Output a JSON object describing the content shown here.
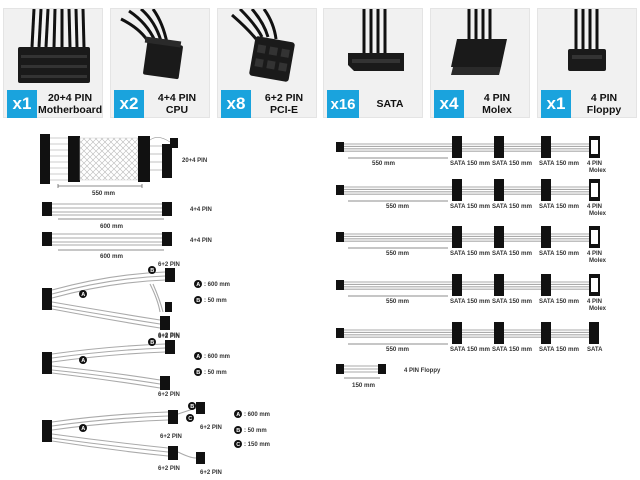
{
  "cards": [
    {
      "qty": "x1",
      "line1": "20+4 PIN",
      "line2": "Motherboard"
    },
    {
      "qty": "x2",
      "line1": "4+4 PIN",
      "line2": "CPU"
    },
    {
      "qty": "x8",
      "line1": "6+2 PIN",
      "line2": "PCI-E"
    },
    {
      "qty": "x16",
      "line1": "SATA",
      "line2": ""
    },
    {
      "qty": "x4",
      "line1": "4 PIN",
      "line2": "Molex"
    },
    {
      "qty": "x1",
      "line1": "4 PIN",
      "line2": "Floppy"
    }
  ],
  "left_cables": {
    "mb_label": "20+4 PIN",
    "mb_len": "550 mm",
    "cpu_label": "4+4 PIN",
    "cpu_len": "600 mm",
    "pcie_label": "6+2 PIN",
    "legend_a": ": 600 mm",
    "legend_b": ": 50 mm",
    "legend_c": ": 150 mm",
    "letter_a": "A",
    "letter_b": "B",
    "letter_c": "C"
  },
  "right_cables": {
    "len_main": "550 mm",
    "len_seg": "150 mm",
    "sata": "SATA",
    "molex_l1": "4 PIN",
    "molex_l2": "Molex",
    "floppy_label": "4 PIN Floppy",
    "floppy_len": "150 mm"
  },
  "colors": {
    "accent": "#1aa3dd"
  }
}
